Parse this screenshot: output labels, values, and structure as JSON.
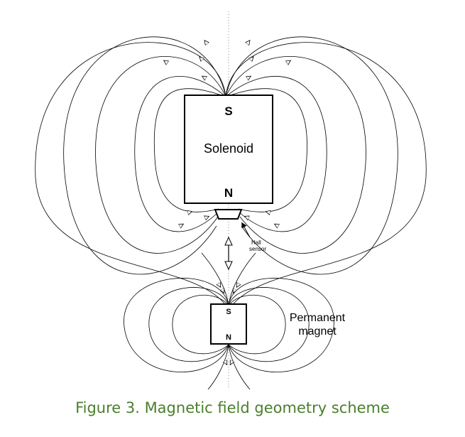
{
  "solenoid": {
    "label": "Solenoid",
    "pole_top": "S",
    "pole_bottom": "N"
  },
  "hall_sensor": {
    "line1": "Hall",
    "line2": "sensor"
  },
  "magnet": {
    "label_line1": "Permanent",
    "label_line2": "magnet",
    "pole_top": "S",
    "pole_bottom": "N"
  },
  "caption": "Figure 3. Magnetic field geometry scheme",
  "colors": {
    "south_pole": "#e0121b",
    "north_pole": "#1a17c8",
    "caption": "#4a7f2c"
  }
}
